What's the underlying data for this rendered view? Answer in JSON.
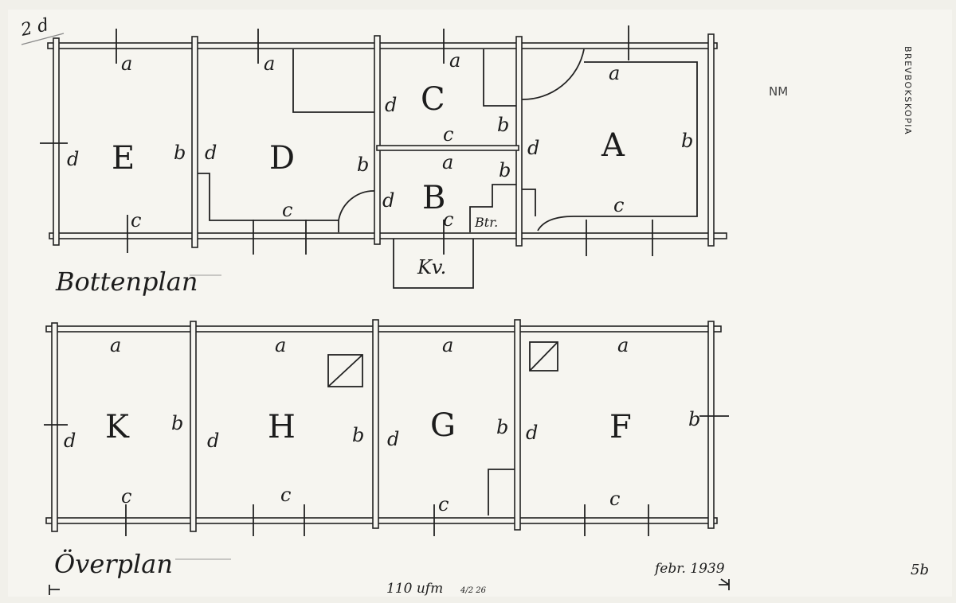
{
  "document": {
    "corner_note": "2 d",
    "stamp": "BREVBOKSKOPIA",
    "initials": "NM",
    "date": "febr. 1939",
    "archive_note": "110 ufm",
    "archive_date": "4/2 26",
    "page_mark": "5b"
  },
  "bottenplan": {
    "title": "Bottenplan",
    "rooms": [
      "E",
      "D",
      "C",
      "B",
      "A"
    ],
    "small_rooms": [
      "Kv.",
      "Btr."
    ],
    "wall_labels": [
      "a",
      "d",
      "b",
      "c",
      "a",
      "d",
      "b",
      "c",
      "a",
      "d",
      "c",
      "a",
      "d",
      "c",
      "b",
      "b",
      "a",
      "d",
      "b",
      "c"
    ]
  },
  "overplan": {
    "title": "Överplan",
    "rooms": [
      "K",
      "H",
      "G",
      "F"
    ],
    "wall_labels": [
      "a",
      "d",
      "b",
      "c",
      "a",
      "d",
      "b",
      "c",
      "a",
      "d",
      "b",
      "c",
      "a",
      "d",
      "b",
      "c"
    ]
  }
}
